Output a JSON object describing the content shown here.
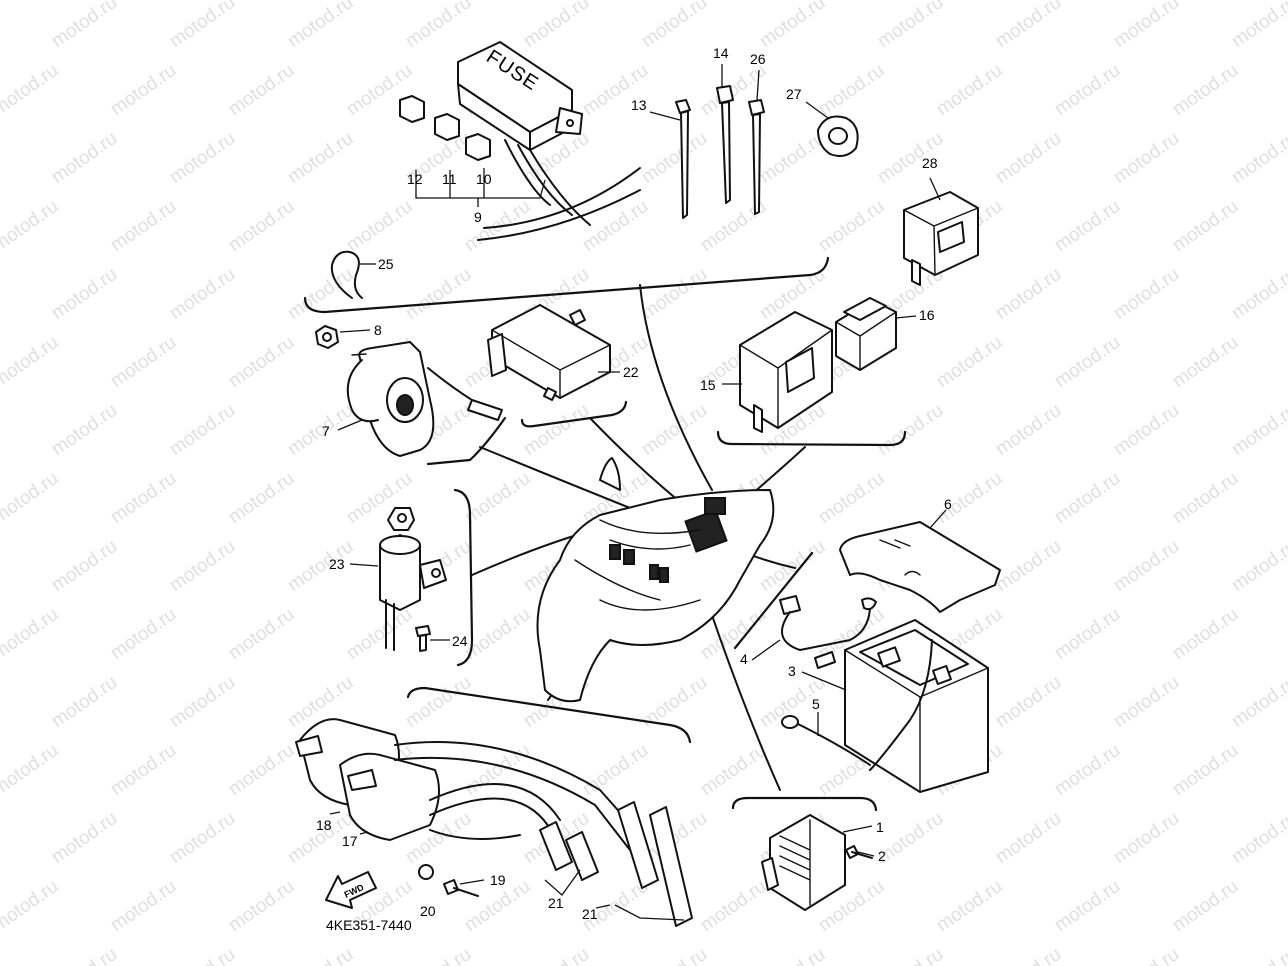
{
  "diagram": {
    "part_code": "4KE351-7440",
    "fuse_label": "FUSE",
    "fwd_label": "FWD",
    "watermark": "motod.ru",
    "callouts": {
      "1": "1",
      "2": "2",
      "3": "3",
      "4": "4",
      "5": "5",
      "6": "6",
      "7": "7",
      "8": "8",
      "9": "9",
      "10": "10",
      "11": "11",
      "12": "12",
      "13": "13",
      "14": "14",
      "15": "15",
      "16": "16",
      "17": "17",
      "18": "18",
      "19": "19",
      "20": "20",
      "21a": "21",
      "21b": "21",
      "22": "22",
      "23": "23",
      "24": "24",
      "25": "25",
      "26": "26",
      "27": "27",
      "28": "28"
    }
  }
}
